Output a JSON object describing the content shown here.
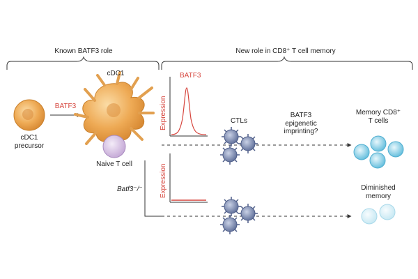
{
  "sections": {
    "left_heading": "Known BATF3 role",
    "right_heading": "New role in CD8⁺ T cell memory"
  },
  "cells": {
    "precursor_label_line1": "cDC1",
    "precursor_label_line2": "precursor",
    "cdc1_label": "cDC1",
    "naive_label": "Naive T cell",
    "ctls_label": "CTLs",
    "memory_label_line1": "Memory CD8⁺",
    "memory_label_line2": "T cells",
    "diminished_line1": "Diminished",
    "diminished_line2": "memory"
  },
  "arrow_label": "BATF3",
  "plot_top": {
    "title": "BATF3",
    "ylabel": "Expression"
  },
  "plot_bottom": {
    "ylabel": "Expression"
  },
  "imprinting_line1": "BATF3",
  "imprinting_line2": "epigenetic",
  "imprinting_line3": "imprinting?",
  "knockout_label": "Batf3⁻/⁻",
  "colors": {
    "red": "#d6453d",
    "cdc1_orange": "#e8a24a",
    "naive_purple": "#d7c3e3",
    "ctl_blue": "#6f7ea6",
    "memory_teal": "#7fcbe3",
    "diminished_teal": "#d3eef6"
  }
}
